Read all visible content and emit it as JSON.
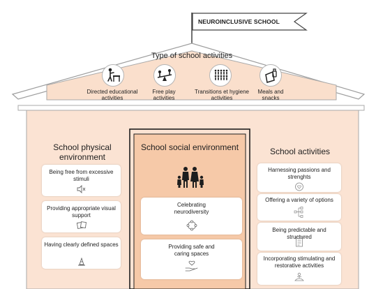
{
  "flag": {
    "title": "NEUROINCLUSIVE SCHOOL"
  },
  "roof": {
    "title": "Type of school activities",
    "activities": [
      {
        "label": "Directed educational activities",
        "icon": "teacher-desk-icon"
      },
      {
        "label": "Free play activities",
        "icon": "seesaw-icon"
      },
      {
        "label": "Transitions et hygiene activities",
        "icon": "crowd-icon"
      },
      {
        "label": "Meals and snacks",
        "icon": "lunchbox-icon"
      }
    ]
  },
  "columns": {
    "physical": {
      "title": "School physical environment",
      "cards": [
        {
          "label": "Being free from excessive stimuli",
          "icon": "muted-speaker-icon"
        },
        {
          "label": "Providing appropriate visual support",
          "icon": "picture-cards-icon"
        },
        {
          "label": "Having clearly defined spaces",
          "icon": "traffic-cone-icon"
        }
      ]
    },
    "social": {
      "title": "School social environment",
      "icon": "family-icon",
      "cards": [
        {
          "label": "Celebrating neurodiversity",
          "icon": "connected-people-icon"
        },
        {
          "label": "Providing safe and caring spaces",
          "icon": "heart-in-hand-icon"
        }
      ]
    },
    "activities": {
      "title": "School activities",
      "cards": [
        {
          "label": "Harnessing passions and strenghts",
          "icon": "heart-circle-icon"
        },
        {
          "label": "Offering a variety of options",
          "icon": "options-tree-icon"
        },
        {
          "label": "Being predictable and structured",
          "icon": "checklist-icon"
        },
        {
          "label": "Incorporating stimulating and restorative activities",
          "icon": "meditation-icon"
        }
      ]
    }
  },
  "colors": {
    "roof_fill": "#fadfcc",
    "wall_fill": "#fbe3d3",
    "center_fill": "#f6c9a8",
    "outline": "#a9a9a9",
    "dark_outline": "#1e1e1e"
  }
}
